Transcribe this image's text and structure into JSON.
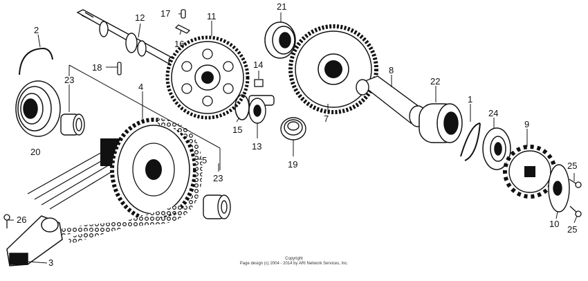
{
  "diagram": {
    "parts": [
      {
        "id": "2",
        "label": "2"
      },
      {
        "id": "12",
        "label": "12"
      },
      {
        "id": "17",
        "label": "17"
      },
      {
        "id": "16",
        "label": "16"
      },
      {
        "id": "11",
        "label": "11"
      },
      {
        "id": "21",
        "label": "21"
      },
      {
        "id": "18",
        "label": "18"
      },
      {
        "id": "23a",
        "label": "23"
      },
      {
        "id": "4",
        "label": "4"
      },
      {
        "id": "14",
        "label": "14"
      },
      {
        "id": "8",
        "label": "8"
      },
      {
        "id": "22",
        "label": "22"
      },
      {
        "id": "1",
        "label": "1"
      },
      {
        "id": "24",
        "label": "24"
      },
      {
        "id": "9",
        "label": "9"
      },
      {
        "id": "20",
        "label": "20"
      },
      {
        "id": "15",
        "label": "15"
      },
      {
        "id": "13",
        "label": "13"
      },
      {
        "id": "7",
        "label": "7"
      },
      {
        "id": "19",
        "label": "19"
      },
      {
        "id": "5",
        "label": "5"
      },
      {
        "id": "23b",
        "label": "23"
      },
      {
        "id": "25a",
        "label": "25"
      },
      {
        "id": "26",
        "label": "26"
      },
      {
        "id": "10",
        "label": "10"
      },
      {
        "id": "25b",
        "label": "25"
      },
      {
        "id": "3",
        "label": "3"
      }
    ]
  },
  "copyright": {
    "line1": "Copyright",
    "line2": "Page design (c) 2004 - 2014 by ARI Network Services, Inc."
  },
  "colors": {
    "ink": "#111111",
    "paper": "#ffffff"
  }
}
